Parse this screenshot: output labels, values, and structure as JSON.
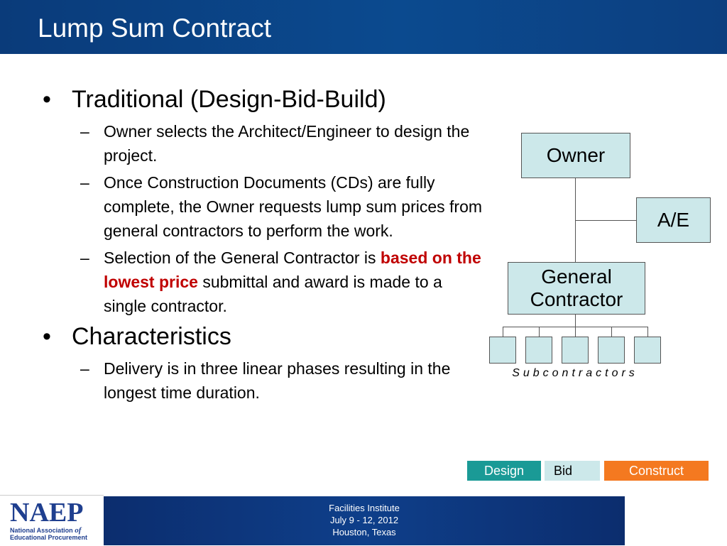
{
  "slide": {
    "title": "Lump Sum Contract",
    "bullets": [
      {
        "text": "Traditional (Design-Bid-Build)",
        "subs": [
          {
            "text": "Owner selects the Architect/Engineer to design the project."
          },
          {
            "text": "Once Construction Documents (CDs) are fully complete, the Owner requests lump sum prices from general contractors to perform the work."
          },
          {
            "pre": "Selection of the General Contractor is ",
            "highlight": "based on the lowest price",
            "post": " submittal and award is made to a single contractor."
          }
        ]
      },
      {
        "text": "Characteristics",
        "subs": [
          {
            "text": "Delivery is in three linear phases resulting in the longest time duration."
          }
        ]
      }
    ],
    "bullet_mark": "•",
    "dash_mark": "–"
  },
  "diagram": {
    "owner": "Owner",
    "ae": "A/E",
    "gc_line1": "General",
    "gc_line2": "Contractor",
    "subcontractor_count": 5,
    "subcontractors_label": "Subcontractors"
  },
  "phases": [
    {
      "label": "Design",
      "color": "#1a9a96"
    },
    {
      "label": "Bid",
      "color": "#cce8ea"
    },
    {
      "label": "Construct",
      "color": "#f47920"
    }
  ],
  "footer": {
    "logo_text": "NAEP",
    "logo_sub_line1": "National Association",
    "logo_sub_of": "of",
    "logo_sub_line2": "Educational Procurement",
    "line1": "Facilities Institute",
    "line2": "July 9 - 12, 2012",
    "line3": "Houston, Texas"
  },
  "colors": {
    "title_bar": "#0b4a8f",
    "highlight": "#c00000",
    "box_fill": "#cce8ea"
  }
}
